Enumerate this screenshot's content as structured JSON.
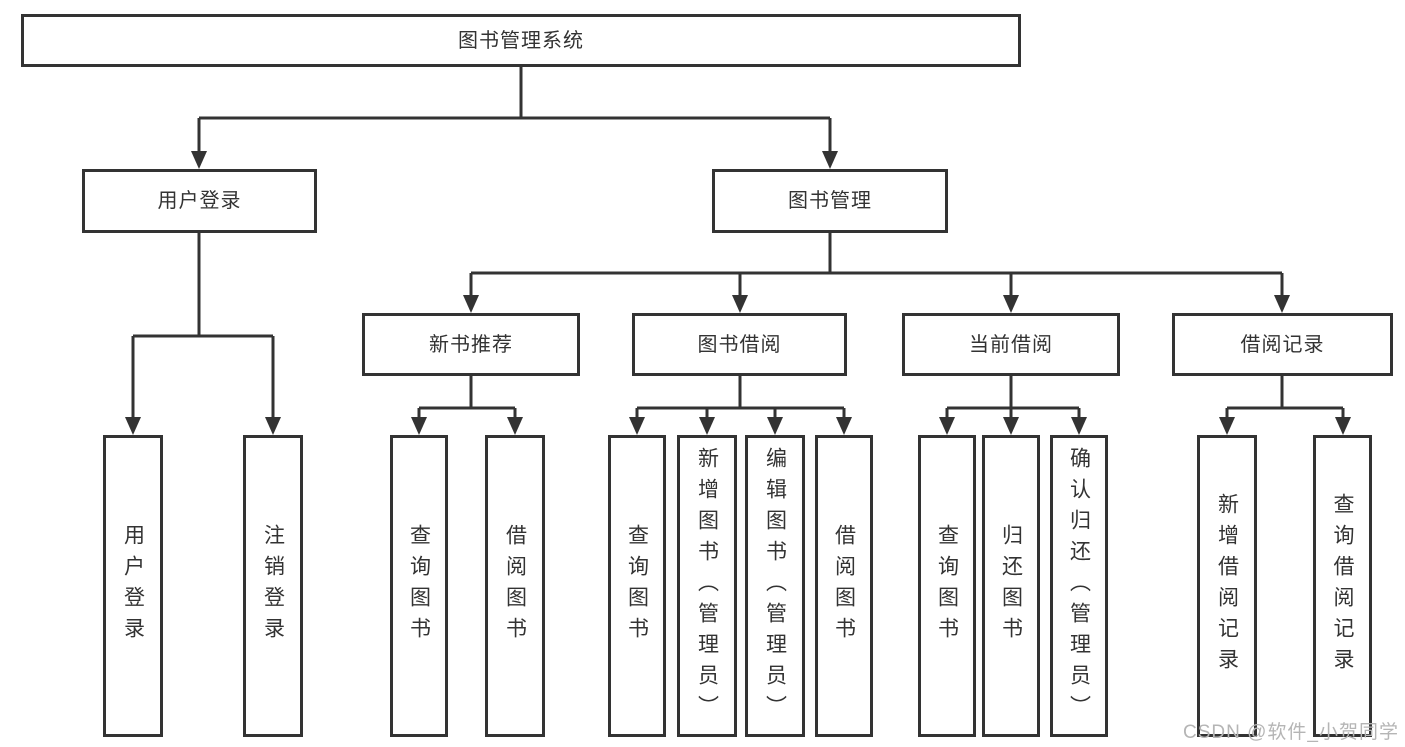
{
  "diagram": {
    "root": {
      "label": "图书管理系统",
      "children": [
        {
          "label": "用户登录",
          "children": [
            {
              "label": "用户登录"
            },
            {
              "label": "注销登录"
            }
          ]
        },
        {
          "label": "图书管理",
          "children": [
            {
              "label": "新书推荐",
              "children": [
                {
                  "label": "查询图书"
                },
                {
                  "label": "借阅图书"
                }
              ]
            },
            {
              "label": "图书借阅",
              "children": [
                {
                  "label": "查询图书"
                },
                {
                  "label": "新增图书（管理员）"
                },
                {
                  "label": "编辑图书（管理员）"
                },
                {
                  "label": "借阅图书"
                }
              ]
            },
            {
              "label": "当前借阅",
              "children": [
                {
                  "label": "查询图书"
                },
                {
                  "label": "归还图书"
                },
                {
                  "label": "确认归还（管理员）"
                }
              ]
            },
            {
              "label": "借阅记录",
              "children": [
                {
                  "label": "新增借阅记录"
                },
                {
                  "label": "查询借阅记录"
                }
              ]
            }
          ]
        }
      ]
    }
  },
  "watermark": {
    "text": "CSDN @软件_小贺同学"
  },
  "colors": {
    "line": "#333333",
    "text": "#333333",
    "box_background": "#ffffff",
    "page_background": "#ffffff",
    "watermark": "#b5b5b5"
  }
}
